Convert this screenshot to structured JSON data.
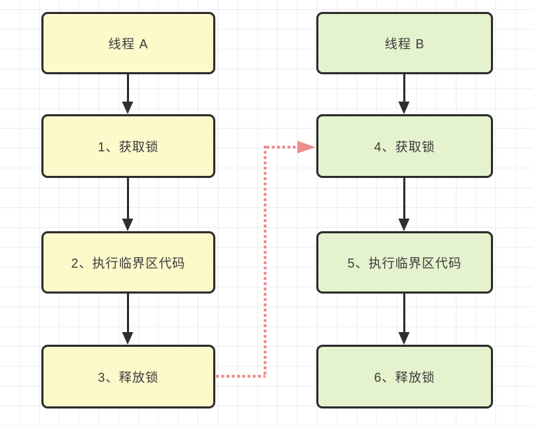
{
  "colors": {
    "canvas_bg": "#ffffff",
    "grid_line": "#ececf1",
    "node_border": "#2e2e2e",
    "node_text": "#3a3a3a",
    "thread_a_fill": "#fcf9cb",
    "thread_b_fill": "#e4f3ce",
    "connector": "#2f2f2f",
    "dotted_connector": "#ee8c8c"
  },
  "diagram": {
    "columns": [
      {
        "id": "thread-a",
        "nodes": [
          {
            "label": "线程 A"
          },
          {
            "label": "1、获取锁"
          },
          {
            "label": "2、执行临界区代码"
          },
          {
            "label": "3、释放锁"
          }
        ]
      },
      {
        "id": "thread-b",
        "nodes": [
          {
            "label": "线程 B"
          },
          {
            "label": "4、获取锁"
          },
          {
            "label": "5、执行临界区代码"
          },
          {
            "label": "6、释放锁"
          }
        ]
      }
    ],
    "dotted_connector": {
      "from_label": "3、释放锁",
      "to_label": "4、获取锁"
    }
  }
}
